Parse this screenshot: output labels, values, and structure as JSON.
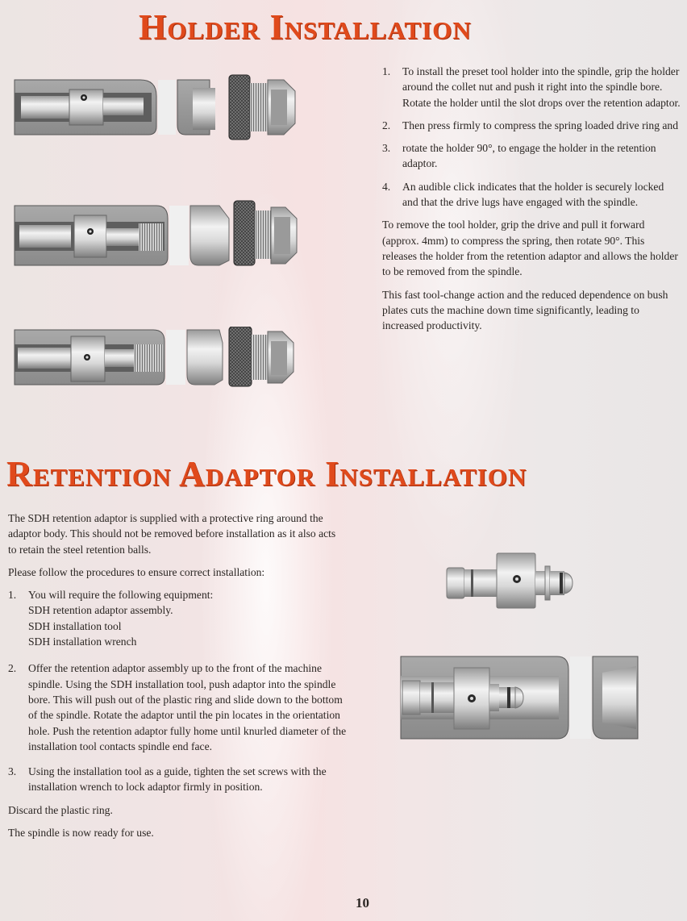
{
  "holder_installation": {
    "title": "Holder Installation",
    "steps": [
      {
        "num": "1.",
        "text": "To install the preset tool holder into the spindle, grip the holder around the collet nut and push it right into the spindle bore. Rotate the holder until the slot drops over the retention adaptor."
      },
      {
        "num": "2.",
        "text": "Then press firmly to compress the spring loaded drive ring and"
      },
      {
        "num": "3.",
        "text": "rotate the holder 90°, to engage the holder in the retention adaptor."
      },
      {
        "num": "4.",
        "text": "An audible click indicates that the holder is securely locked and that the drive lugs have engaged with the spindle."
      }
    ],
    "removal_paragraph": "To remove the tool holder, grip the drive and pull it forward (approx. 4mm) to compress the spring, then rotate 90°. This releases the holder from the retention adaptor and allows the holder to be removed from the spindle.",
    "benefit_paragraph": "This fast tool-change action and the reduced dependence on bush plates cuts the machine down time significantly, leading to increased productivity.",
    "illustrations": [
      {
        "name": "holder-step-1-illustration",
        "label": "Tool holder approaching spindle"
      },
      {
        "name": "holder-step-2-illustration",
        "label": "Tool holder pushed into spindle bore"
      },
      {
        "name": "holder-step-3-illustration",
        "label": "Tool holder locked in retention adaptor"
      }
    ]
  },
  "retention_adaptor_installation": {
    "title": "Retention Adaptor Installation",
    "intro": "The SDH retention adaptor is supplied with a protective ring around the adaptor body. This should not be removed before installation as it also acts to retain the steel retention balls.",
    "procedure_intro": "Please follow the procedures to ensure correct installation:",
    "steps": [
      {
        "num": "1.",
        "text": "You will require the following equipment:",
        "equipment": [
          "SDH retention adaptor assembly.",
          "SDH installation tool",
          "SDH installation wrench"
        ]
      },
      {
        "num": "2.",
        "text": "Offer the retention adaptor assembly up to the front of the machine spindle. Using the SDH installation tool, push adaptor into the spindle bore. This will push out of the plastic ring and slide down to the bottom of the spindle. Rotate the adaptor until the pin locates in the orientation hole. Push the retention adaptor fully home until knurled diameter of the installation tool contacts spindle end face."
      },
      {
        "num": "3.",
        "text": "Using the installation tool as a guide, tighten the set screws with the installation wrench to lock adaptor firmly in position."
      }
    ],
    "discard_note": "Discard the plastic ring.",
    "ready_note": "The spindle is now ready for use.",
    "illustrations": [
      {
        "name": "retention-adaptor-illustration",
        "label": "SDH retention adaptor"
      },
      {
        "name": "adaptor-in-spindle-illustration",
        "label": "Retention adaptor installed in spindle"
      }
    ]
  },
  "page_number": "10",
  "colors": {
    "title": "#e04a1c",
    "text": "#2a2522"
  }
}
